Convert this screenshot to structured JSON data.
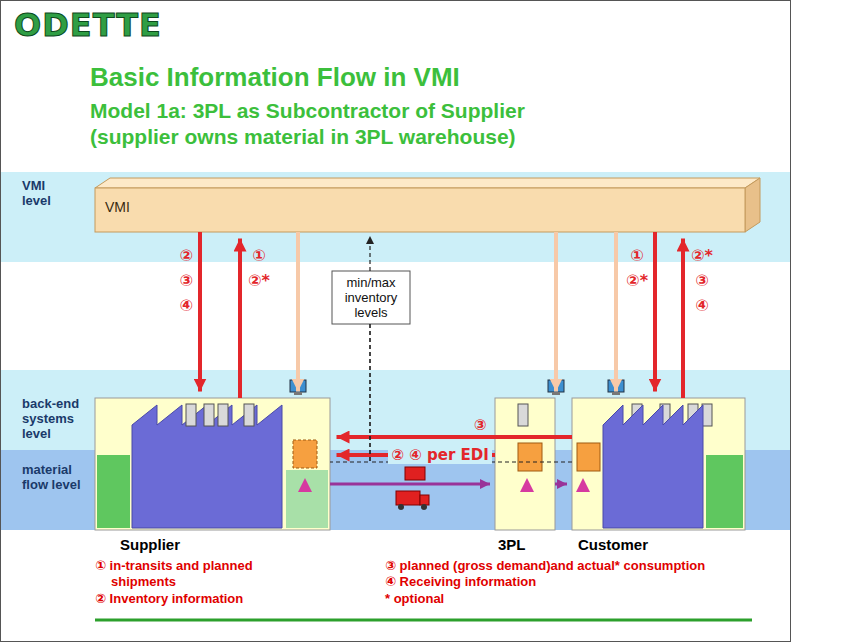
{
  "diagram": {
    "title": "Basic Information Flow in VMI",
    "nodes": [
      {
        "text": [
          "VMI level"
        ]
      },
      {
        "text": [
          "VMI"
        ],
        "in": 0
      },
      {
        "text": [
          "min/max inventory levels"
        ]
      },
      {
        "text": [
          "back-end systems level"
        ]
      },
      {
        "text": [
          "material flow level"
        ]
      },
      {
        "text": [
          "Supplier"
        ]
      },
      {
        "text": [
          "3PL"
        ]
      },
      {
        "text": [
          "Customer"
        ]
      }
    ],
    "edges": [
      {
        "from": 1,
        "to": 5,
        "arrow": "to",
        "label": "② ③ ④"
      },
      {
        "from": 5,
        "to": 1,
        "arrow": "to",
        "label": "① ②*"
      },
      {
        "from": 1,
        "to": 7,
        "arrow": "to",
        "label": "① ②*"
      },
      {
        "from": 7,
        "to": 1,
        "arrow": "to",
        "label": "②* ③ ④"
      },
      {
        "from": 1,
        "to": 5,
        "arrow": "to"
      },
      {
        "from": 1,
        "to": 6,
        "arrow": "to"
      },
      {
        "from": 1,
        "to": 7,
        "arrow": "to"
      },
      {
        "from": 2,
        "to": 1,
        "arrow": "to"
      },
      {
        "from": 7,
        "to": 5,
        "arrow": "to",
        "label": "③"
      },
      {
        "from": 6,
        "to": 5,
        "arrow": "to",
        "label": "② ④ per EDI"
      },
      {
        "from": 2,
        "to": 5,
        "arrow": "none"
      },
      {
        "from": 2,
        "to": 7,
        "arrow": "none"
      },
      {
        "from": 5,
        "to": 6,
        "arrow": "to"
      },
      {
        "from": 6,
        "to": 7,
        "arrow": "to"
      }
    ],
    "labels": [
      "ODETTE",
      "Model 1a: 3PL as Subcontractor of Supplier (supplier owns material in 3PL warehouse)",
      "① in-transits and planned shipments",
      "② Inventory information",
      "③ planned (gross demand)and actual* consumption",
      "④ Receiving information",
      "* optional"
    ]
  }
}
